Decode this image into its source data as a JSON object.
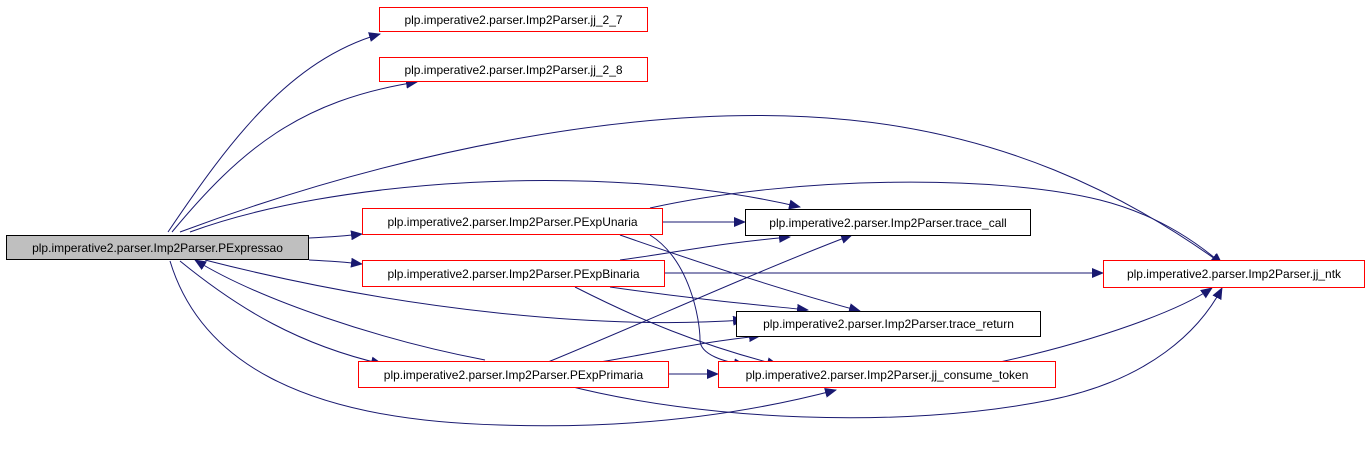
{
  "colors": {
    "edge": "#191970",
    "border_red": "#ff0000",
    "border_black": "#000000",
    "root_fill": "#bfbfbf"
  },
  "nodes": {
    "pexpressao": "plp.imperative2.parser.Imp2Parser.PExpressao",
    "jj_2_7": "plp.imperative2.parser.Imp2Parser.jj_2_7",
    "jj_2_8": "plp.imperative2.parser.Imp2Parser.jj_2_8",
    "pexpunaria": "plp.imperative2.parser.Imp2Parser.PExpUnaria",
    "pexpbinaria": "plp.imperative2.parser.Imp2Parser.PExpBinaria",
    "pexpprimaria": "plp.imperative2.parser.Imp2Parser.PExpPrimaria",
    "trace_call": "plp.imperative2.parser.Imp2Parser.trace_call",
    "trace_return": "plp.imperative2.parser.Imp2Parser.trace_return",
    "jj_consume_token": "plp.imperative2.parser.Imp2Parser.jj_consume_token",
    "jj_ntk": "plp.imperative2.parser.Imp2Parser.jj_ntk"
  }
}
